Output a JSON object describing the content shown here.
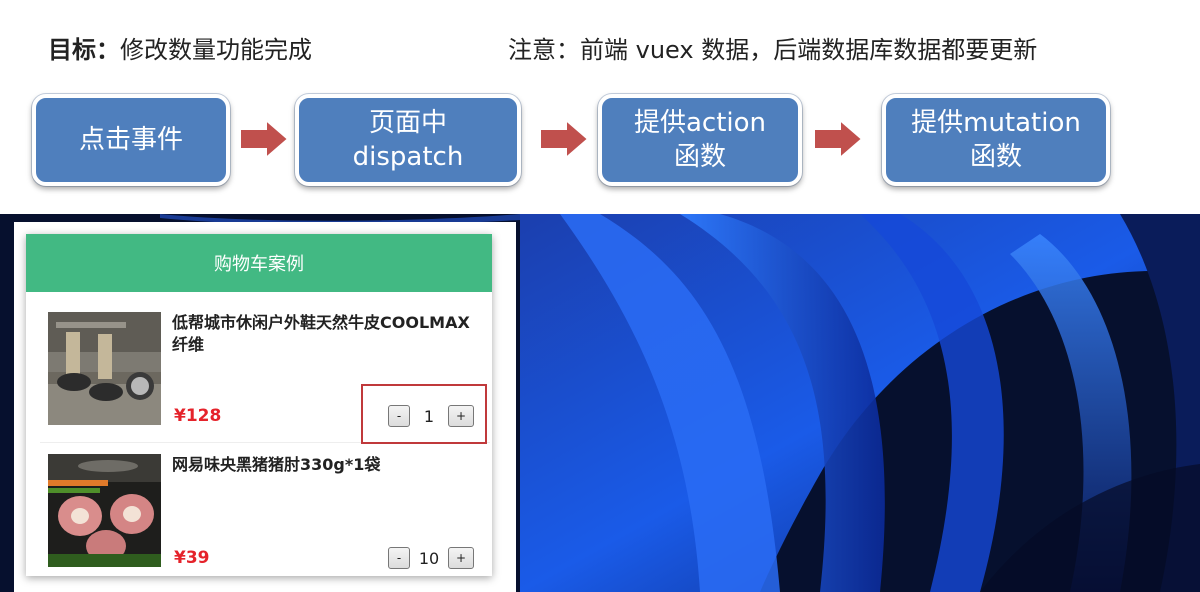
{
  "header": {
    "goal_label": "目标：",
    "goal_text": "修改数量功能完成",
    "note": "注意：前端 vuex 数据，后端数据库数据都要更新"
  },
  "flow": {
    "steps": [
      {
        "lines": [
          "点击事件"
        ]
      },
      {
        "lines": [
          "页面中",
          "dispatch"
        ]
      },
      {
        "lines": [
          "提供action",
          "函数"
        ]
      },
      {
        "lines": [
          "提供mutation",
          "函数"
        ]
      }
    ],
    "box_color": "#4f7fbd",
    "arrow_color": "#c0504d"
  },
  "cart": {
    "title": "购物车案例",
    "header_color": "#42b983",
    "price_color": "#e5232b",
    "products": [
      {
        "name": "低帮城市休闲户外鞋天然牛皮COOLMAX纤维",
        "price": "¥128",
        "quantity": "1",
        "minus_label": "-",
        "plus_label": "+"
      },
      {
        "name": "网易味央黑猪猪肘330g*1袋",
        "price": "¥39",
        "quantity": "10",
        "minus_label": "-",
        "plus_label": "+"
      }
    ]
  }
}
